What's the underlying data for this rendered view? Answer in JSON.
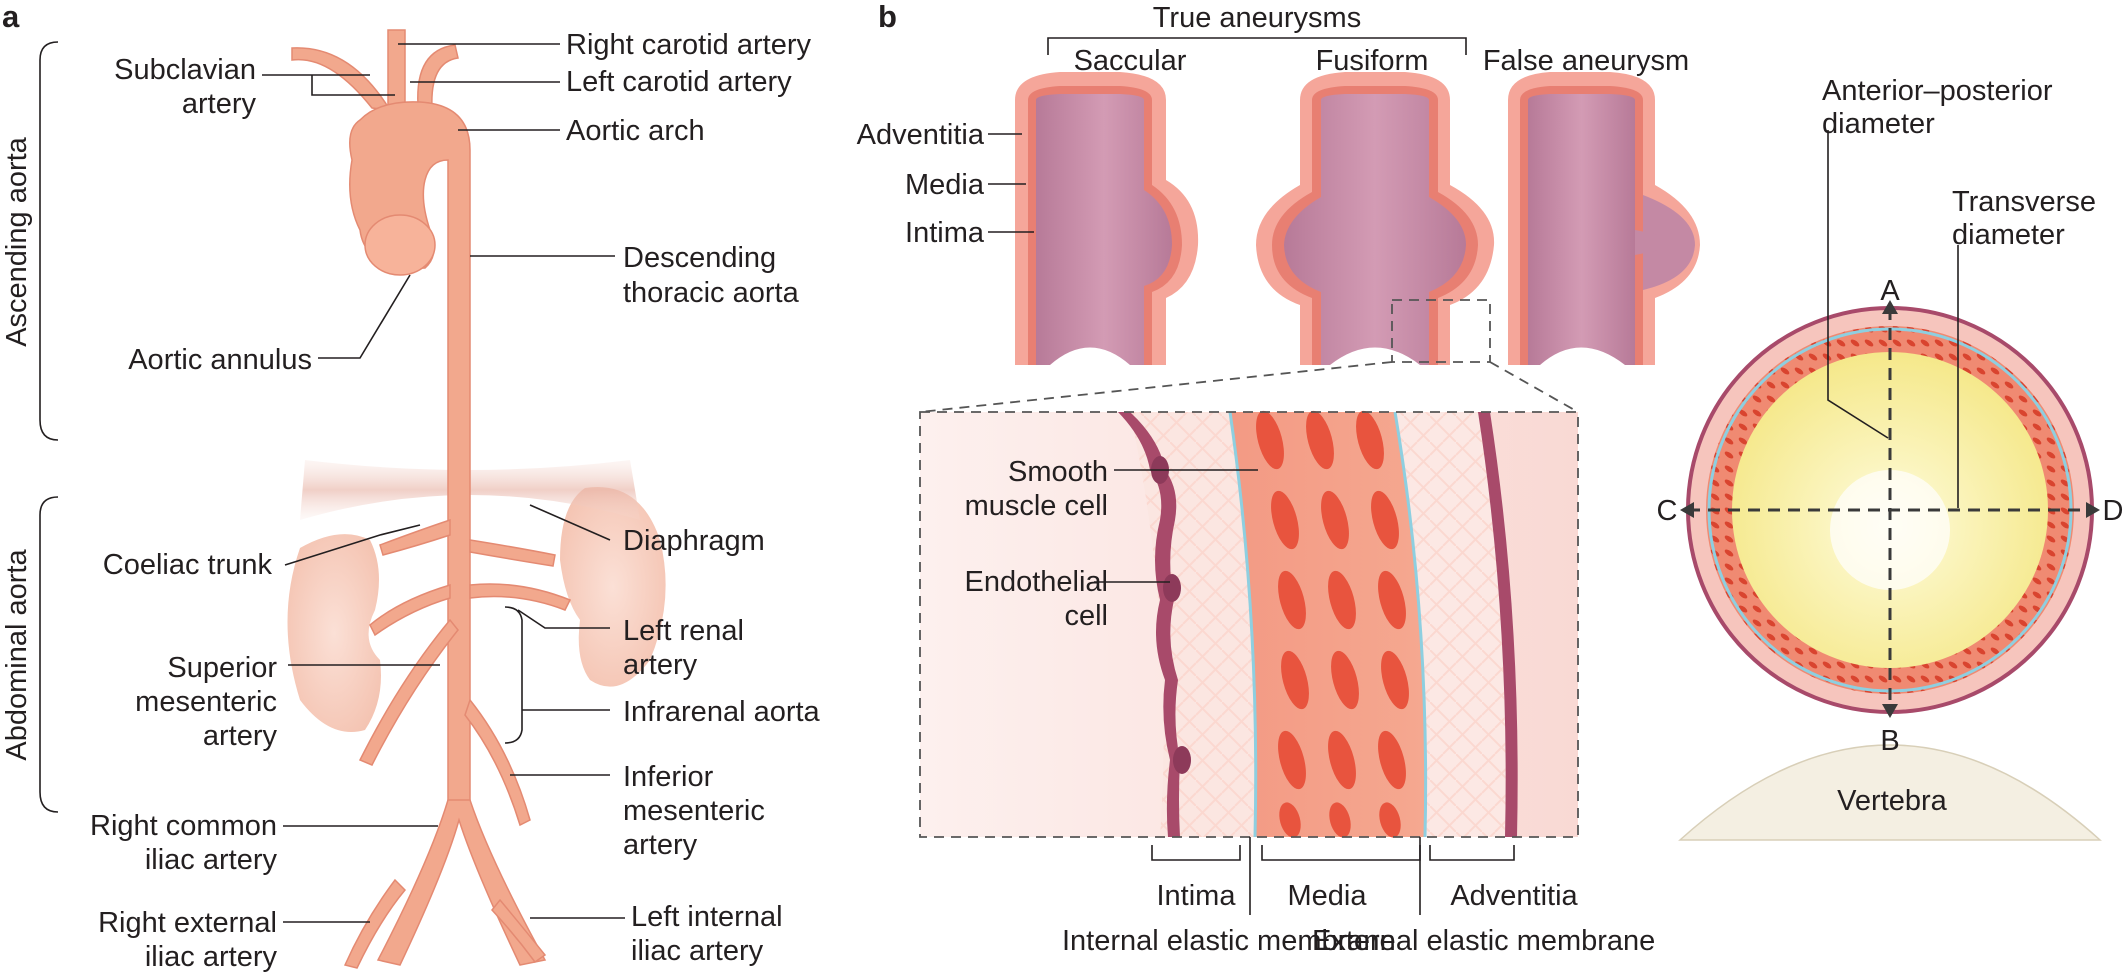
{
  "panels": {
    "a": "a",
    "b": "b"
  },
  "panel_a": {
    "ascending_aorta": "Ascending aorta",
    "abdominal_aorta": "Abdominal aorta",
    "subclavian_artery": [
      "Subclavian",
      "artery"
    ],
    "right_carotid": "Right carotid artery",
    "left_carotid": "Left carotid artery",
    "aortic_arch": "Aortic arch",
    "descending_thoracic": [
      "Descending",
      "thoracic aorta"
    ],
    "aortic_annulus": "Aortic annulus",
    "coeliac_trunk": "Coeliac trunk",
    "diaphragm": "Diaphragm",
    "superior_mesenteric": [
      "Superior",
      "mesenteric",
      "artery"
    ],
    "left_renal": [
      "Left renal",
      "artery"
    ],
    "infrarenal_aorta": "Infrarenal aorta",
    "inferior_mesenteric": [
      "Inferior",
      "mesenteric",
      "artery"
    ],
    "right_common_iliac": [
      "Right common",
      "iliac artery"
    ],
    "right_external_iliac": [
      "Right external",
      "iliac artery"
    ],
    "left_internal_iliac": [
      "Left internal",
      "iliac artery"
    ]
  },
  "panel_b": {
    "true_aneurysms": "True aneurysms",
    "saccular": "Saccular",
    "fusiform": "Fusiform",
    "false_aneurysm": "False aneurysm",
    "adventitia": "Adventitia",
    "media": "Media",
    "intima": "Intima",
    "smooth_muscle_cell": [
      "Smooth",
      "muscle cell"
    ],
    "endothelial_cell": [
      "Endothelial",
      "cell"
    ],
    "bottom_intima": "Intima",
    "bottom_media": "Media",
    "bottom_adventitia": "Adventitia",
    "internal_elastic": "Internal elastic membrane",
    "external_elastic": "External elastic membrane",
    "ap_diameter": [
      "Anterior–posterior",
      "diameter"
    ],
    "transverse_diameter": [
      "Transverse",
      "diameter"
    ],
    "point_a": "A",
    "point_b": "B",
    "point_c": "C",
    "point_d": "D",
    "vertebra": "Vertebra"
  },
  "colors": {
    "artery": "#f2a88d",
    "vessel_lumen": "#c489a4",
    "wall_outer": "#f5b3a5",
    "media_red": "#e8543e",
    "thrombus_yellow": "#f9f2a0",
    "elastic_blue": "#8ecfe0",
    "adventitia_dark": "#a84a6a"
  }
}
